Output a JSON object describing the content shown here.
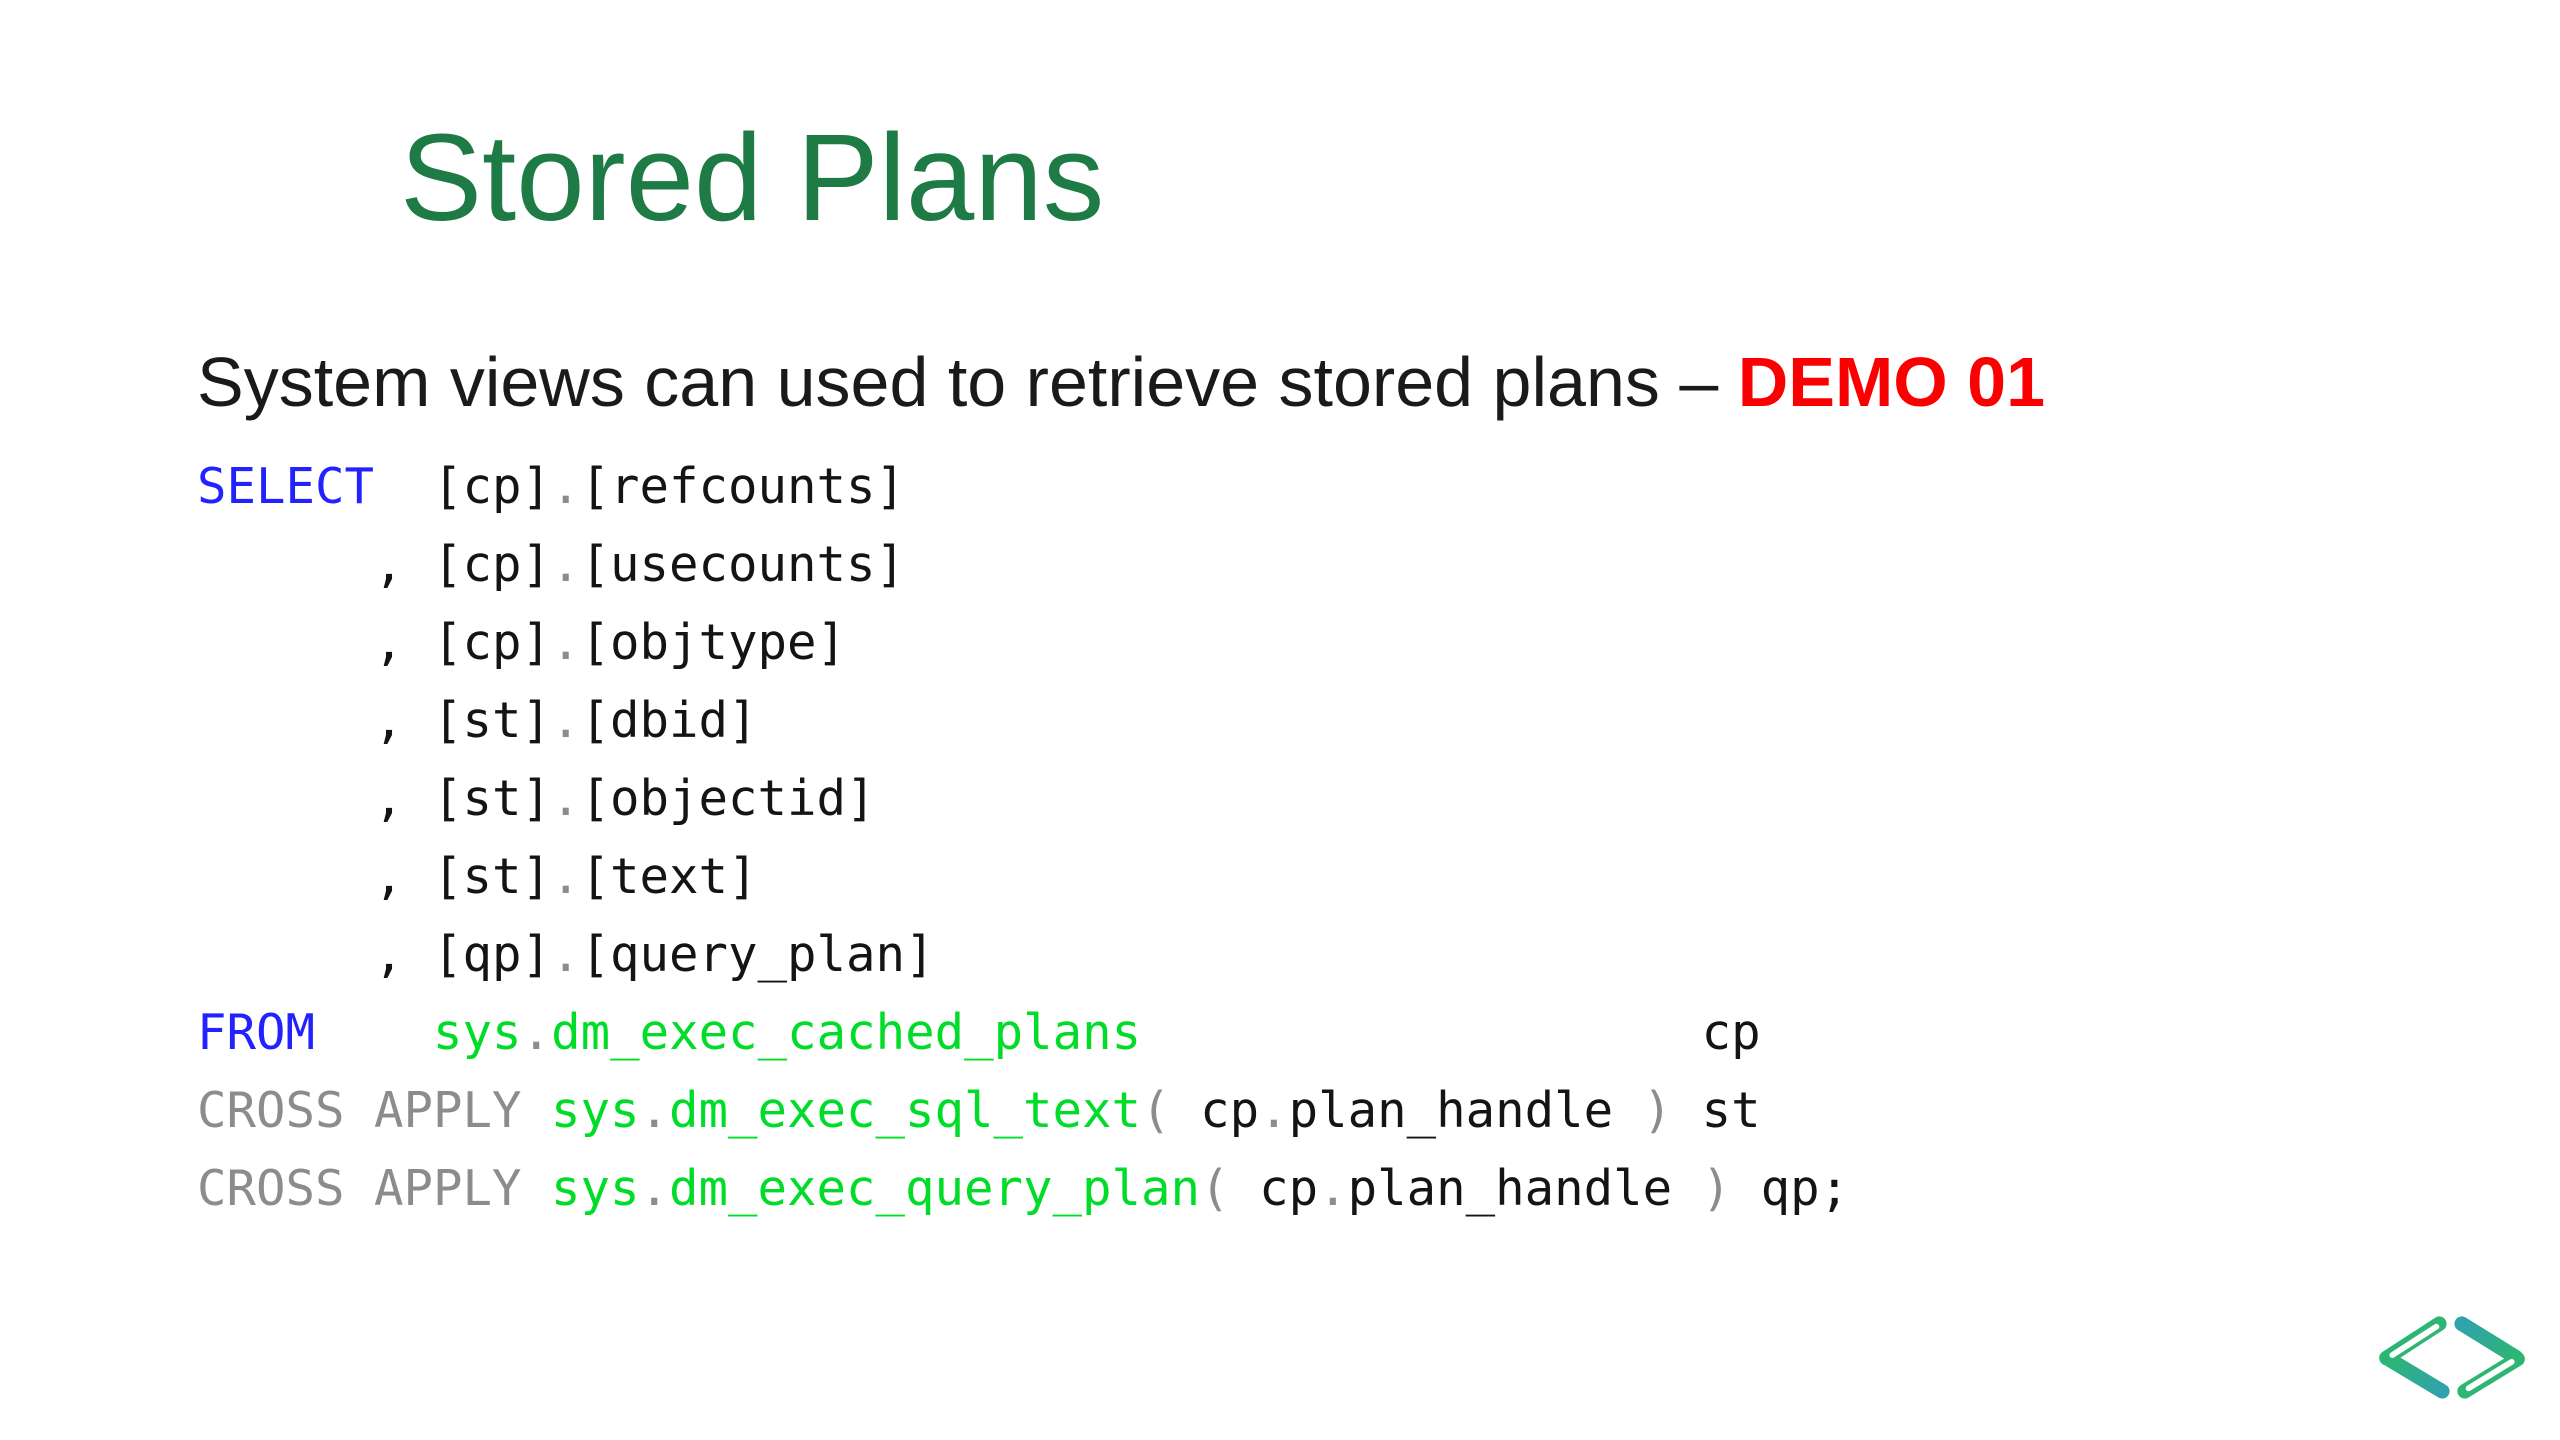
{
  "slide": {
    "title": "Stored Plans",
    "subtitle_text": "System views can used to retrieve stored plans – ",
    "subtitle_highlight": "DEMO 01",
    "colors": {
      "title_green": "#1E7B46",
      "body_text": "#1A1A1A",
      "demo_red": "#FB0000",
      "keyword_blue": "#2222FE",
      "identifier_green": "#00DC28",
      "operator_gray": "#8C8C8C",
      "code_black": "#141414",
      "logo_green": "#2DB673",
      "logo_teal": "#30A2AC"
    },
    "code_lines": [
      [
        {
          "t": "SELECT",
          "c": "k"
        },
        {
          "t": "  [cp]",
          "c": "d"
        },
        {
          "t": ".",
          "c": "g"
        },
        {
          "t": "[refcounts]",
          "c": "d"
        }
      ],
      [
        {
          "t": "      , [cp]",
          "c": "d"
        },
        {
          "t": ".",
          "c": "g"
        },
        {
          "t": "[usecounts]",
          "c": "d"
        }
      ],
      [
        {
          "t": "      , [cp]",
          "c": "d"
        },
        {
          "t": ".",
          "c": "g"
        },
        {
          "t": "[objtype]",
          "c": "d"
        }
      ],
      [
        {
          "t": "      , [st]",
          "c": "d"
        },
        {
          "t": ".",
          "c": "g"
        },
        {
          "t": "[dbid]",
          "c": "d"
        }
      ],
      [
        {
          "t": "      , [st]",
          "c": "d"
        },
        {
          "t": ".",
          "c": "g"
        },
        {
          "t": "[objectid]",
          "c": "d"
        }
      ],
      [
        {
          "t": "      , [st]",
          "c": "d"
        },
        {
          "t": ".",
          "c": "g"
        },
        {
          "t": "[text]",
          "c": "d"
        }
      ],
      [
        {
          "t": "      , [qp]",
          "c": "d"
        },
        {
          "t": ".",
          "c": "g"
        },
        {
          "t": "[query_plan]",
          "c": "d"
        }
      ],
      [
        {
          "t": "FROM",
          "c": "k"
        },
        {
          "t": "    ",
          "c": "d"
        },
        {
          "t": "sys",
          "c": "f"
        },
        {
          "t": ".",
          "c": "g"
        },
        {
          "t": "dm_exec_cached_plans",
          "c": "f"
        },
        {
          "t": "                   cp",
          "c": "d"
        }
      ],
      [
        {
          "t": "CROSS APPLY ",
          "c": "g"
        },
        {
          "t": "sys",
          "c": "f"
        },
        {
          "t": ".",
          "c": "g"
        },
        {
          "t": "dm_exec_sql_text",
          "c": "f"
        },
        {
          "t": "(",
          "c": "g"
        },
        {
          "t": " cp",
          "c": "d"
        },
        {
          "t": ".",
          "c": "g"
        },
        {
          "t": "plan_handle ",
          "c": "d"
        },
        {
          "t": ")",
          "c": "g"
        },
        {
          "t": " st",
          "c": "d"
        }
      ],
      [
        {
          "t": "CROSS APPLY ",
          "c": "g"
        },
        {
          "t": "sys",
          "c": "f"
        },
        {
          "t": ".",
          "c": "g"
        },
        {
          "t": "dm_exec_query_plan",
          "c": "f"
        },
        {
          "t": "(",
          "c": "g"
        },
        {
          "t": " cp",
          "c": "d"
        },
        {
          "t": ".",
          "c": "g"
        },
        {
          "t": "plan_handle ",
          "c": "d"
        },
        {
          "t": ")",
          "c": "g"
        },
        {
          "t": " qp;",
          "c": "d"
        }
      ]
    ],
    "logo": "code-angle-brackets"
  }
}
